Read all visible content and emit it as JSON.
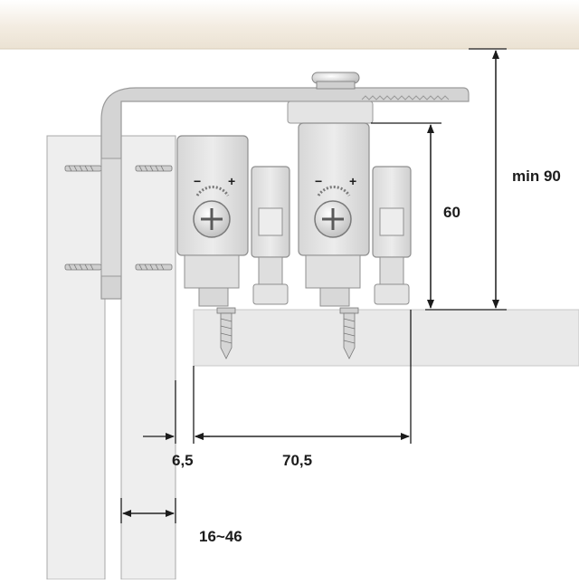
{
  "diagram": {
    "dimensions": {
      "clearance_height": "min 90",
      "unit_height": "60",
      "side_gap": "6,5",
      "mount_width": "70,5",
      "door_offset": "16~46"
    },
    "icons": {
      "adjustment_scale": "adjustment-scale-icon",
      "cross_screw": "phillips-screw-icon"
    },
    "colors": {
      "ceiling": "#f3ece1",
      "bracket": "#d3d3d3",
      "panel": "#e9e9e9",
      "hardware": "#e2e2e2",
      "outline": "#9a9a9a",
      "dimension_line": "#1c1c1c"
    }
  }
}
